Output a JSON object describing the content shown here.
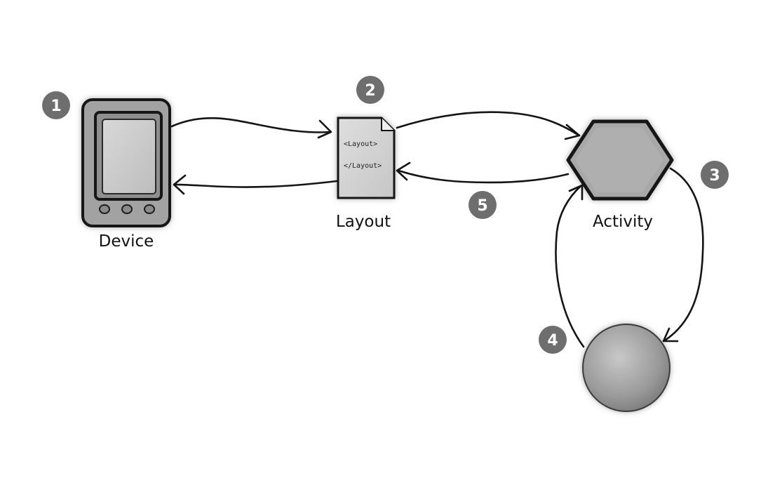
{
  "nodes": {
    "device": {
      "label": "Device",
      "badge": "1"
    },
    "layout": {
      "label": "Layout",
      "badge": "2",
      "open_tag": "<Layout>",
      "close_tag": "</Layout>"
    },
    "activity": {
      "label": "Activity",
      "badge": "3"
    },
    "circle": {
      "badge": "4"
    }
  },
  "edges": {
    "activity_to_layout": {
      "badge": "5"
    }
  },
  "colors": {
    "badge": "#6e6e6e",
    "shape_fill": "#a6a6a6",
    "shape_light": "#d4d4d4",
    "outline": "#141414"
  }
}
